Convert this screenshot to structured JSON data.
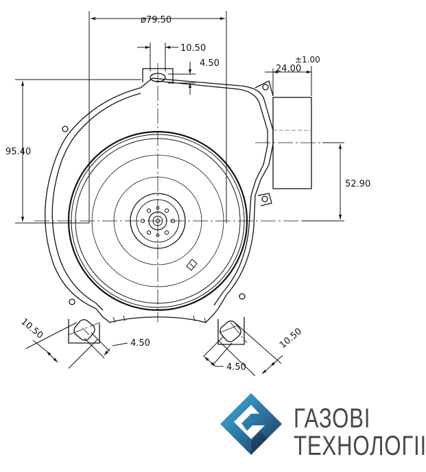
{
  "drawing": {
    "dimensions": {
      "diameter": "ø79.50",
      "top_slot_width": "10.50",
      "top_slot_height": "4.50",
      "tolerance": "±1.00",
      "outlet_depth": "24.00",
      "center_height": "95.40",
      "outlet_height": "52.90",
      "left_foot_width": "10.50",
      "left_foot_slot": "4.50",
      "right_foot_width": "10.50",
      "right_foot_slot": "4.50"
    }
  },
  "logo": {
    "line1": "ГАЗОВІ",
    "line2": "ТЕХНОЛОГІІ",
    "colors": {
      "gradient_start": "#3fb3e3",
      "gradient_end": "#1f3148",
      "text": "#44484c"
    }
  }
}
